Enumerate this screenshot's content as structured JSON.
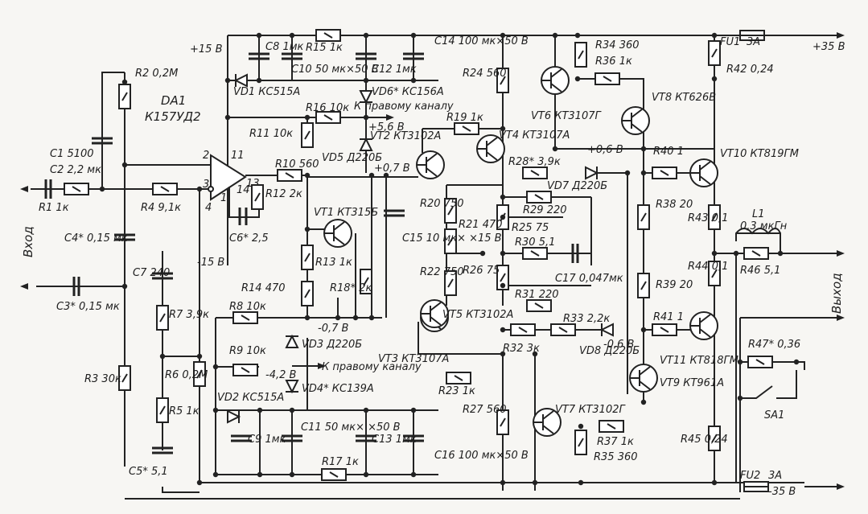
{
  "title": "Усилитель мощности — принципиальная схема",
  "rails": {
    "plus15": "+15 В",
    "minus15": "-15 В",
    "plus35": "+35 В",
    "minus35": "-35 В",
    "v_plus56": "+5,6 В",
    "v_plus07": "+0,7 В",
    "v_minus07": "-0,7 В",
    "v_plus06": "+0,6 В",
    "v_minus06": "-0,6 В",
    "v_minus42": "-4,2 В"
  },
  "io": {
    "input": "Вход",
    "output": "Выход",
    "to_right_channel": "К правому каналу"
  },
  "opamp": {
    "ref": "DA1",
    "type": "К157УД2",
    "pins": [
      "2",
      "3",
      "4",
      "11",
      "13",
      "14",
      "1"
    ]
  },
  "resistors": [
    {
      "ref": "R1",
      "value": "1к"
    },
    {
      "ref": "R2",
      "value": "0,2М"
    },
    {
      "ref": "R3",
      "value": "30к"
    },
    {
      "ref": "R4",
      "value": "9,1к"
    },
    {
      "ref": "R5",
      "value": "1к"
    },
    {
      "ref": "R6",
      "value": "0,2М"
    },
    {
      "ref": "R7",
      "value": "3,9к"
    },
    {
      "ref": "R8",
      "value": "10к"
    },
    {
      "ref": "R9",
      "value": "10к"
    },
    {
      "ref": "R10",
      "value": "560"
    },
    {
      "ref": "R11",
      "value": "10к"
    },
    {
      "ref": "R12",
      "value": "2к"
    },
    {
      "ref": "R13",
      "value": "1к"
    },
    {
      "ref": "R14",
      "value": "470"
    },
    {
      "ref": "R15",
      "value": "1к"
    },
    {
      "ref": "R16",
      "value": "10к"
    },
    {
      "ref": "R17",
      "value": "1к"
    },
    {
      "ref": "R18*",
      "value": "2к"
    },
    {
      "ref": "R19",
      "value": "1к"
    },
    {
      "ref": "R20",
      "value": "750"
    },
    {
      "ref": "R21",
      "value": "470"
    },
    {
      "ref": "R22",
      "value": "750"
    },
    {
      "ref": "R23",
      "value": "1к"
    },
    {
      "ref": "R24",
      "value": "560"
    },
    {
      "ref": "R25",
      "value": "75"
    },
    {
      "ref": "R26",
      "value": "75"
    },
    {
      "ref": "R27",
      "value": "560"
    },
    {
      "ref": "R28*",
      "value": "3,9к"
    },
    {
      "ref": "R29",
      "value": "220"
    },
    {
      "ref": "R30",
      "value": "5,1"
    },
    {
      "ref": "R31",
      "value": "220"
    },
    {
      "ref": "R32",
      "value": "3к"
    },
    {
      "ref": "R33",
      "value": "2,2к"
    },
    {
      "ref": "R34",
      "value": "360"
    },
    {
      "ref": "R35",
      "value": "360"
    },
    {
      "ref": "R36",
      "value": "1к"
    },
    {
      "ref": "R37",
      "value": "1к"
    },
    {
      "ref": "R38",
      "value": "20"
    },
    {
      "ref": "R39",
      "value": "20"
    },
    {
      "ref": "R40",
      "value": "1"
    },
    {
      "ref": "R41",
      "value": "1"
    },
    {
      "ref": "R42",
      "value": "0,24"
    },
    {
      "ref": "R43",
      "value": "0,1"
    },
    {
      "ref": "R44",
      "value": "0,1"
    },
    {
      "ref": "R45",
      "value": "0,24"
    },
    {
      "ref": "R46",
      "value": "5,1"
    },
    {
      "ref": "R47*",
      "value": "0,36"
    }
  ],
  "capacitors": [
    {
      "ref": "C1",
      "value": "5100"
    },
    {
      "ref": "C2",
      "value": "2,2 мк"
    },
    {
      "ref": "C3*",
      "value": "0,15 мк"
    },
    {
      "ref": "C4*",
      "value": "0,15 мк"
    },
    {
      "ref": "C5*",
      "value": "5,1"
    },
    {
      "ref": "C6*",
      "value": "2,5"
    },
    {
      "ref": "C7",
      "value": "240"
    },
    {
      "ref": "C8",
      "value": "1мк"
    },
    {
      "ref": "C9",
      "value": "1мк"
    },
    {
      "ref": "C10",
      "value": "50 мк×50 В"
    },
    {
      "ref": "C11",
      "value": "50 мк× ×50 В"
    },
    {
      "ref": "C12",
      "value": "1мк"
    },
    {
      "ref": "C13",
      "value": "1мк"
    },
    {
      "ref": "C14",
      "value": "100 мк×50 В"
    },
    {
      "ref": "C15",
      "value": "10 мк× ×15 В"
    },
    {
      "ref": "C16",
      "value": "100 мк×50 В"
    },
    {
      "ref": "C17",
      "value": "0,047мк"
    }
  ],
  "diodes": [
    {
      "ref": "VD1",
      "type": "КС515А"
    },
    {
      "ref": "VD2",
      "type": "КС515А"
    },
    {
      "ref": "VD3",
      "type": "Д220Б"
    },
    {
      "ref": "VD4*",
      "type": "КС139А"
    },
    {
      "ref": "VD5",
      "type": "Д220Б"
    },
    {
      "ref": "VD6*",
      "type": "КС156А"
    },
    {
      "ref": "VD7",
      "type": "Д220Б"
    },
    {
      "ref": "VD8",
      "type": "Д220Б"
    }
  ],
  "transistors": [
    {
      "ref": "VT1",
      "type": "КТ315Б"
    },
    {
      "ref": "VT2",
      "type": "КТ3102А"
    },
    {
      "ref": "VT3",
      "type": "КТ3107А"
    },
    {
      "ref": "VT4",
      "type": "КТ3107А"
    },
    {
      "ref": "VT5",
      "type": "КТ3102А"
    },
    {
      "ref": "VT6",
      "type": "КТ3107Г"
    },
    {
      "ref": "VT7",
      "type": "КТ3102Г"
    },
    {
      "ref": "VT8",
      "type": "КТ626В"
    },
    {
      "ref": "VT9",
      "type": "КТ961А"
    },
    {
      "ref": "VT10",
      "type": "КТ819ГМ"
    },
    {
      "ref": "VT11",
      "type": "КТ818ГМ"
    }
  ],
  "fuses": [
    {
      "ref": "FU1",
      "value": "3А"
    },
    {
      "ref": "FU2",
      "value": "3А"
    }
  ],
  "inductor": {
    "ref": "L1",
    "value": "0,3 мкГн"
  },
  "switch": {
    "ref": "SA1"
  }
}
